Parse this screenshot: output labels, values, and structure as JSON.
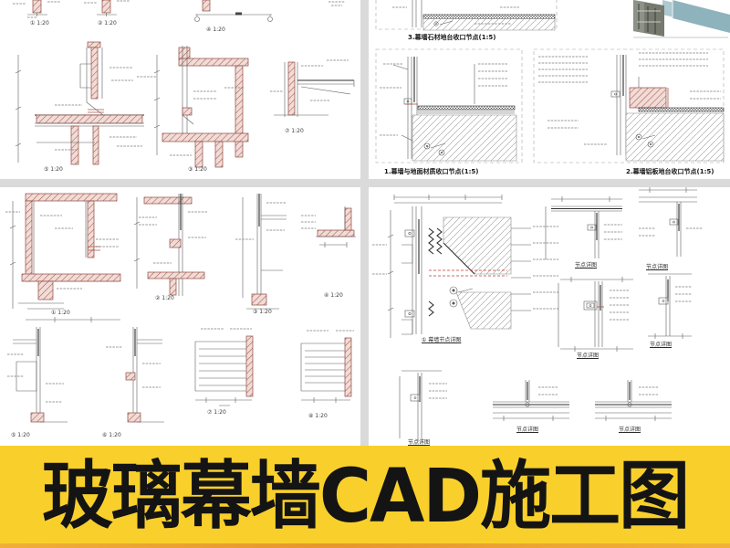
{
  "banner": {
    "title": "玻璃幕墙CAD施工图",
    "bg_color": "#F9D02B",
    "text_color": "#141414"
  },
  "colors": {
    "hatch_red_line": "#8f4a42",
    "hatch_red_fill": "#f1dcd7",
    "cad_line": "#5f5f5f",
    "accent_red": "#c4392f",
    "glass_teal": "#8fb3bc",
    "divider_gray": "#dadada"
  },
  "sheets": {
    "top_left": {
      "scale_labels": [
        "① 1:20",
        "② 1:20",
        "④ 1:20",
        "⑤ 1:20",
        "③ 1:20",
        "⑦ 1:20"
      ]
    },
    "top_right": {
      "caption_detail3": "3.幕墙石材地台收口节点(1:5)",
      "caption_detail1": "1.幕墙与地面材质收口节点(1:5)",
      "caption_detail2": "2.幕墙铝板地台收口节点(1:5)"
    },
    "bottom_left": {
      "scale_labels": [
        "① 1:20",
        "② 1:20",
        "③ 1:20",
        "④ 1:20",
        "⑤ 1:20",
        "⑥ 1:20",
        "⑦ 1:20",
        "⑧ 1:20"
      ]
    },
    "bottom_right": {
      "main_caption": "① 幕墙节点详图",
      "small_caption": "节点详图"
    }
  }
}
